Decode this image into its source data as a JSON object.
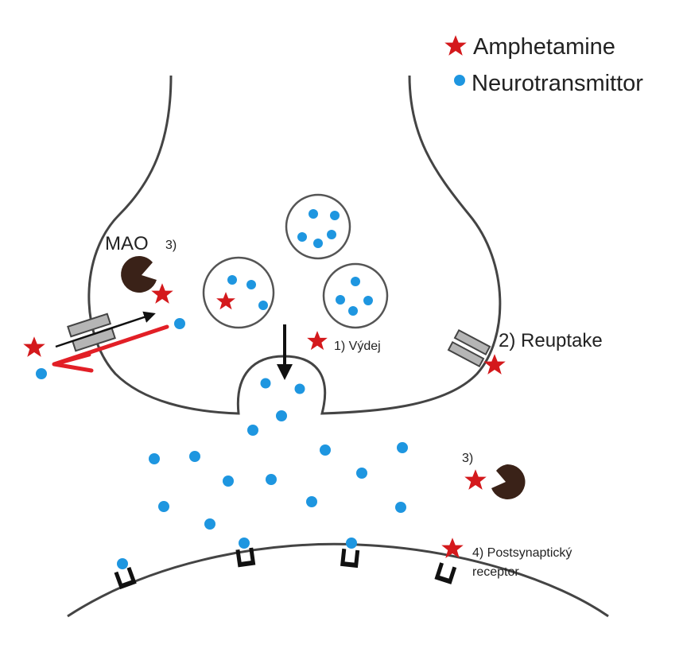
{
  "legend": {
    "amphetamine": "Amphetamine",
    "neurotransmitter": "Neurotransmittor"
  },
  "labels": {
    "mao_top": "MAO",
    "mao_top_num": "3)",
    "release": "1) Výdej",
    "reuptake": "2) Reuptake",
    "mao_cleft_num": "3)",
    "receptor_line1": "4) Postsynaptický",
    "receptor_line2": "receptor"
  },
  "colors": {
    "amphetamine": "#d4191c",
    "neurotransmitter": "#1e96e0",
    "mao": "#3a2218",
    "membrane": "#444444",
    "receptor": "#111111",
    "transporter": "#b5b5b5",
    "red_arrow": "#e21f26"
  },
  "icons": [
    "star-icon",
    "dot-icon",
    "mao-enzyme-icon",
    "transporter-icon",
    "receptor-icon",
    "arrow-icon"
  ]
}
